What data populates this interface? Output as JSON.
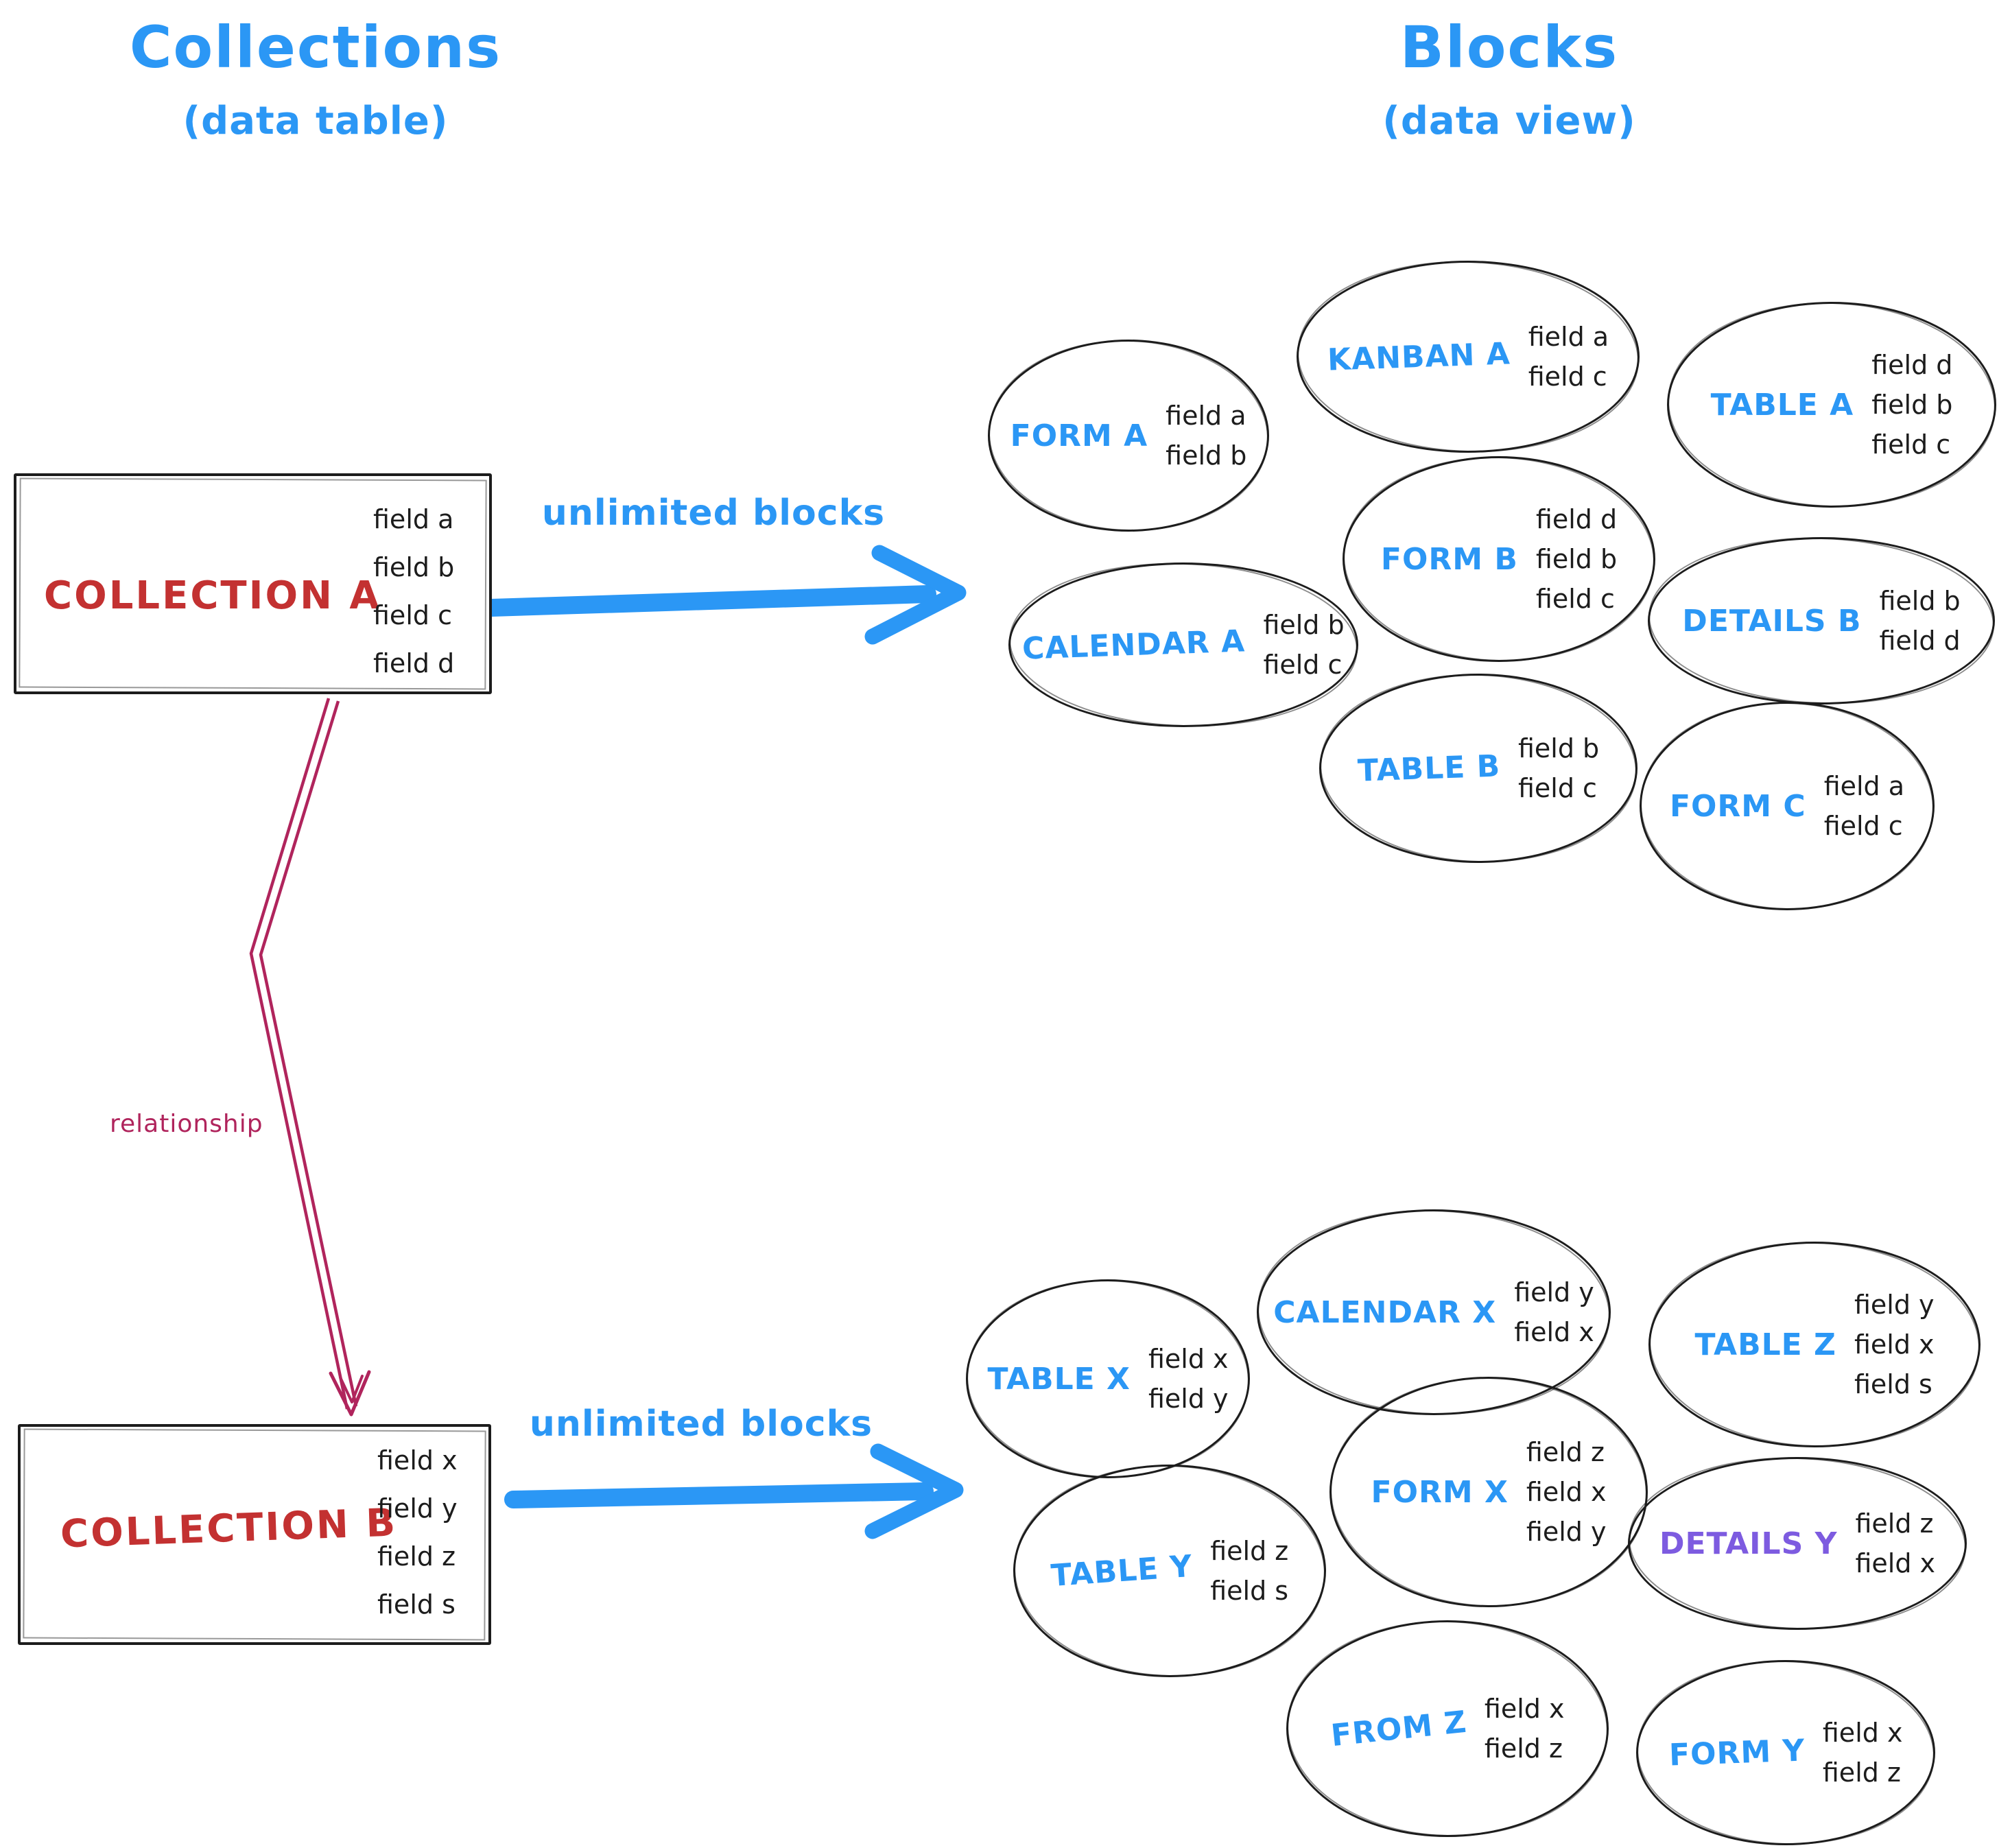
{
  "colors": {
    "blue": "#2b97f5",
    "red": "#c33131",
    "crimson": "#b0245c",
    "purple": "#7d5be0",
    "ink": "#1c1c1c",
    "background": "#ffffff"
  },
  "collections": {
    "title": "Collections",
    "subtitle": "(data table)",
    "items": [
      {
        "label": "COLLECTION A",
        "fields": [
          "field a",
          "field b",
          "field c",
          "field d"
        ]
      },
      {
        "label": "COLLECTION B",
        "fields": [
          "field x",
          "field y",
          "field z",
          "field s"
        ]
      }
    ]
  },
  "blocks": {
    "title": "Blocks",
    "subtitle": "(data view)",
    "cluster_a": [
      {
        "label": "FORM A",
        "fields": [
          "field a",
          "field b"
        ]
      },
      {
        "label": "KANBAN A",
        "fields": [
          "field a",
          "field c"
        ]
      },
      {
        "label": "TABLE A",
        "fields": [
          "field d",
          "field b",
          "field c"
        ]
      },
      {
        "label": "CALENDAR A",
        "fields": [
          "field b",
          "field c"
        ]
      },
      {
        "label": "FORM B",
        "fields": [
          "field d",
          "field b",
          "field c"
        ]
      },
      {
        "label": "DETAILS B",
        "fields": [
          "field b",
          "field d"
        ]
      },
      {
        "label": "TABLE B",
        "fields": [
          "field b",
          "field c"
        ]
      },
      {
        "label": "FORM C",
        "fields": [
          "field a",
          "field c"
        ]
      }
    ],
    "cluster_b": [
      {
        "label": "TABLE X",
        "fields": [
          "field x",
          "field y"
        ]
      },
      {
        "label": "CALENDAR X",
        "fields": [
          "field y",
          "field x"
        ]
      },
      {
        "label": "TABLE Z",
        "fields": [
          "field y",
          "field x",
          "field s"
        ]
      },
      {
        "label": "TABLE Y",
        "fields": [
          "field z",
          "field s"
        ]
      },
      {
        "label": "FORM X",
        "fields": [
          "field z",
          "field x",
          "field y"
        ]
      },
      {
        "label": "DETAILS Y",
        "fields": [
          "field z",
          "field x"
        ]
      },
      {
        "label": "FROM Z",
        "fields": [
          "field x",
          "field z"
        ]
      },
      {
        "label": "FORM Y",
        "fields": [
          "field x",
          "field z"
        ]
      }
    ]
  },
  "arrows": {
    "collection_a_to_blocks": "unlimited blocks",
    "collection_b_to_blocks": "unlimited blocks",
    "relationship": "relationship"
  }
}
